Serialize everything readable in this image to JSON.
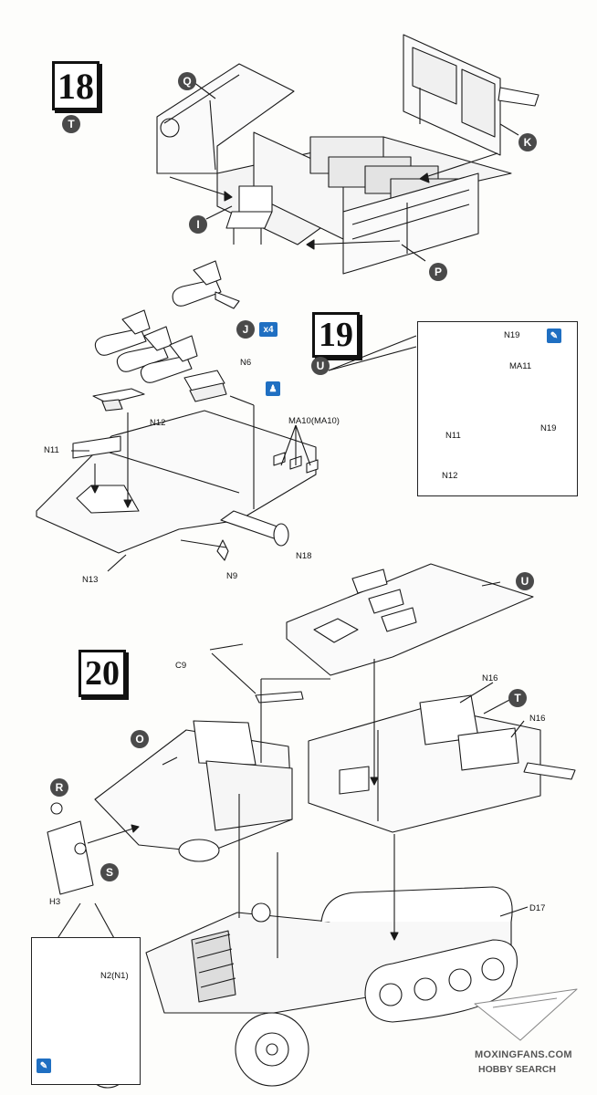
{
  "steps": [
    {
      "number": "18",
      "badge": "T"
    },
    {
      "number": "19",
      "badge": "U"
    },
    {
      "number": "20"
    }
  ],
  "step18": {
    "callouts": [
      "Q",
      "K",
      "I",
      "P"
    ]
  },
  "step19": {
    "callouts": {
      "j": "J",
      "multiplier": "x4"
    },
    "labels": {
      "n6": "N6",
      "n12": "N12",
      "n11": "N11",
      "ma10": "MA10(MA10)",
      "n13": "N13",
      "n9": "N9",
      "n18": "N18"
    },
    "inset": {
      "n19a": "N19",
      "ma11": "MA11",
      "n11": "N11",
      "n19b": "N19",
      "n12": "N12"
    }
  },
  "step20": {
    "callouts": {
      "u": "U",
      "t": "T",
      "o": "O",
      "r": "R",
      "s": "S"
    },
    "labels": {
      "c9": "C9",
      "n16a": "N16",
      "n16b": "N16",
      "h3": "H3",
      "d17": "D17"
    },
    "inset": {
      "n2": "N2(N1)"
    }
  },
  "icons": {
    "glue_color": "#1f6fc2"
  },
  "watermark": {
    "line1": "MOXINGFANS.COM",
    "line2": "HOBBY SEARCH"
  }
}
